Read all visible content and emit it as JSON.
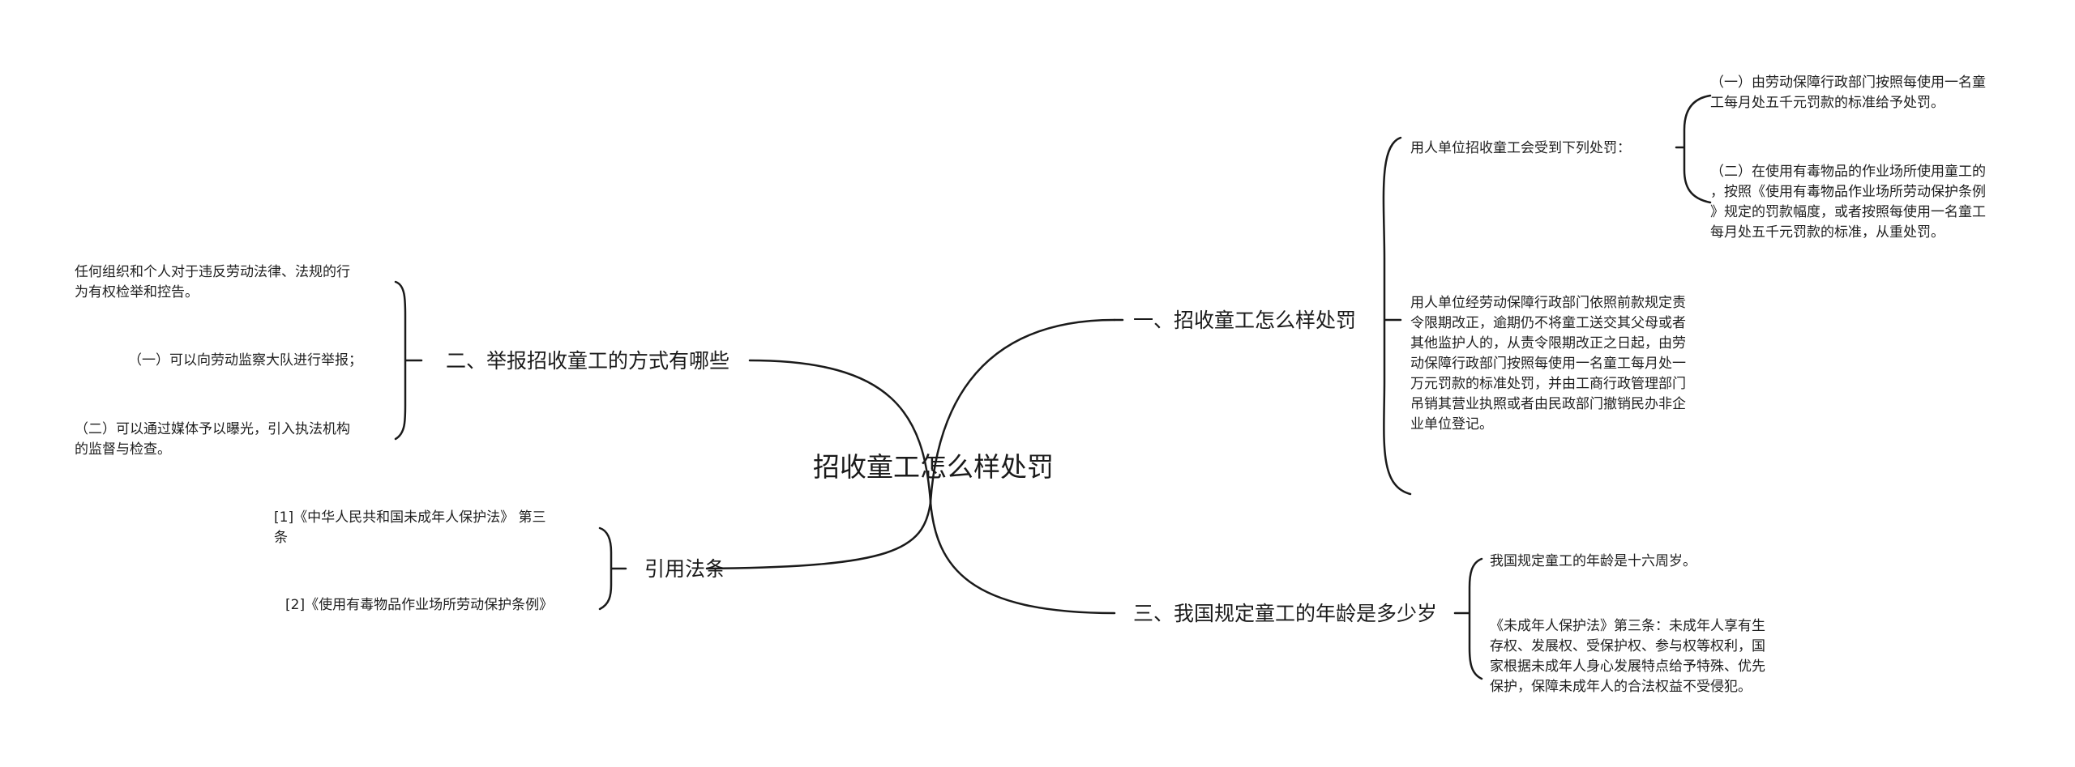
{
  "root": {
    "title": "招收童工怎么样处罚"
  },
  "right": [
    {
      "label": "一、招收童工怎么样处罚",
      "children": [
        {
          "label": "用人单位招收童工会受到下列处罚：",
          "children": [
            {
              "lines": [
                "（一）由劳动保障行政部门按照每使用一名童",
                "工每月处五千元罚款的标准给予处罚。"
              ]
            },
            {
              "lines": [
                "（二）在使用有毒物品的作业场所使用童工的",
                "，按照《使用有毒物品作业场所劳动保护条例",
                "》规定的罚款幅度，或者按照每使用一名童工",
                "每月处五千元罚款的标准，从重处罚。"
              ]
            }
          ]
        },
        {
          "lines": [
            "用人单位经劳动保障行政部门依照前款规定责",
            "令限期改正，逾期仍不将童工送交其父母或者",
            "其他监护人的，从责令限期改正之日起，由劳",
            "动保障行政部门按照每使用一名童工每月处一",
            "万元罚款的标准处罚，并由工商行政管理部门",
            "吊销其营业执照或者由民政部门撤销民办非企",
            "业单位登记。"
          ]
        }
      ]
    },
    {
      "label": "三、我国规定童工的年龄是多少岁",
      "children": [
        {
          "lines": [
            "我国规定童工的年龄是十六周岁。"
          ]
        },
        {
          "lines": [
            "《未成年人保护法》第三条：未成年人享有生",
            "存权、发展权、受保护权、参与权等权利，国",
            "家根据未成年人身心发展特点给予特殊、优先",
            "保护，保障未成年人的合法权益不受侵犯。"
          ]
        }
      ]
    }
  ],
  "left": [
    {
      "label": "二、举报招收童工的方式有哪些",
      "children": [
        {
          "lines": [
            "任何组织和个人对于违反劳动法律、法规的行",
            "为有权检举和控告。"
          ]
        },
        {
          "lines": [
            "（一）可以向劳动监察大队进行举报；"
          ]
        },
        {
          "lines": [
            "（二）可以通过媒体予以曝光，引入执法机构",
            "的监督与检查。"
          ]
        }
      ]
    },
    {
      "label": "引用法条",
      "children": [
        {
          "lines": [
            "[1]《中华人民共和国未成年人保护法》 第三",
            "条"
          ]
        },
        {
          "lines": [
            "[2]《使用有毒物品作业场所劳动保护条例》"
          ]
        }
      ]
    }
  ]
}
